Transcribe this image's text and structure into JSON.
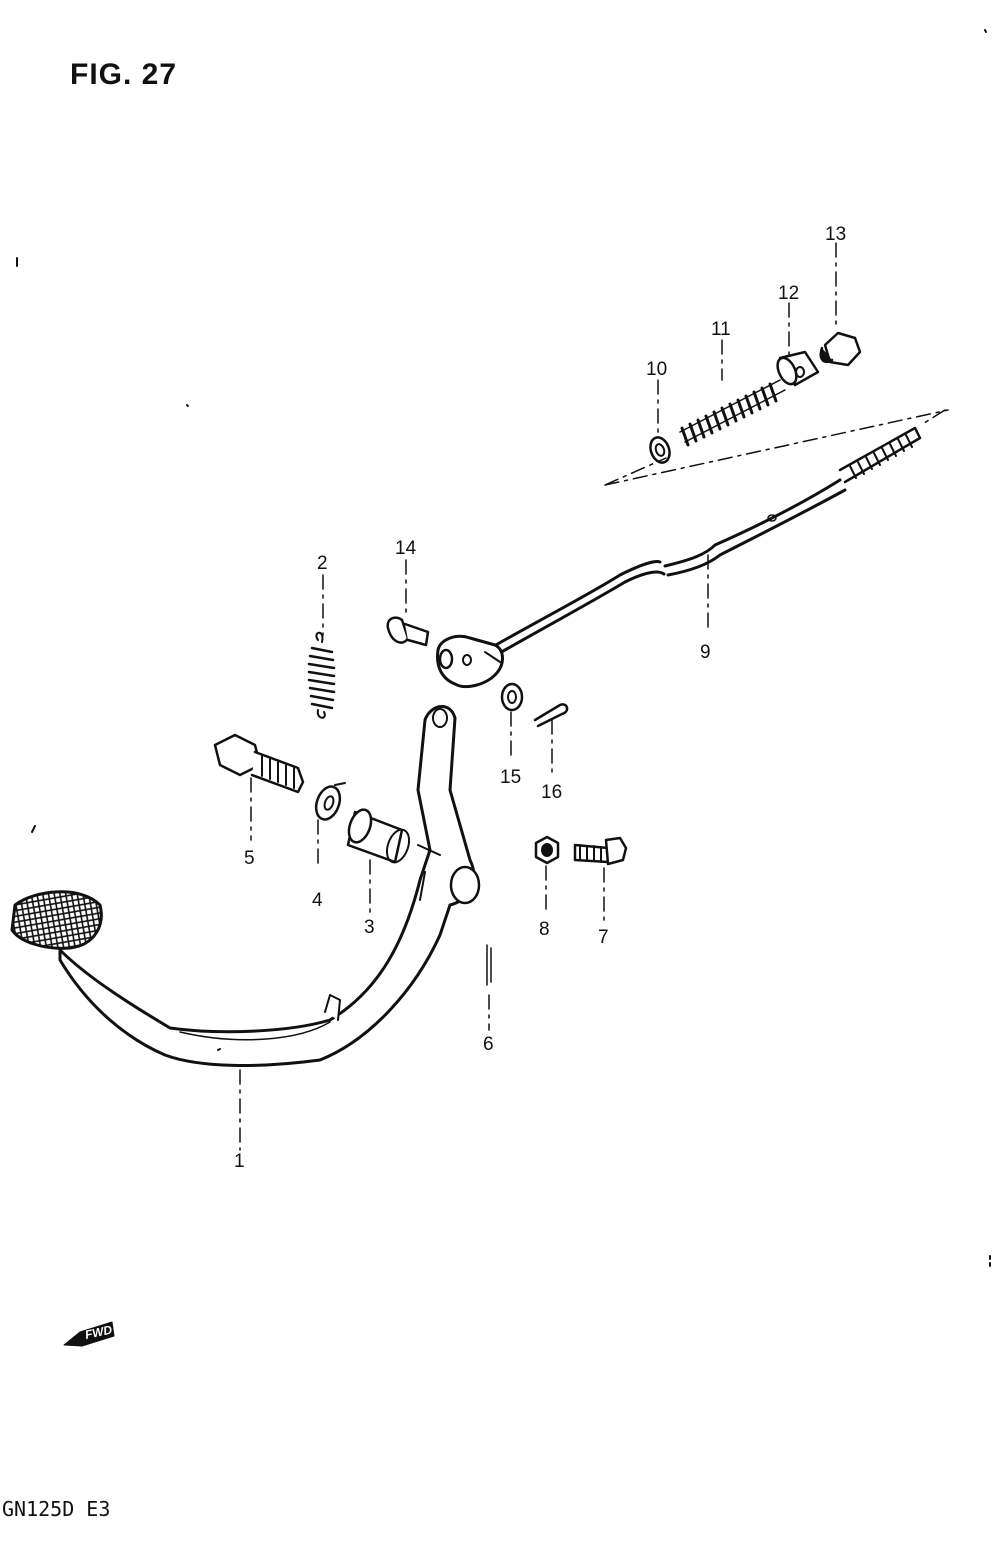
{
  "title": "FIG. 27",
  "model_code": "GN125D  E3",
  "front_arrow_label": "FWD",
  "parts": [
    {
      "id": "part-1",
      "number": "1"
    },
    {
      "id": "part-2",
      "number": "2"
    },
    {
      "id": "part-3",
      "number": "3"
    },
    {
      "id": "part-4",
      "number": "4"
    },
    {
      "id": "part-5",
      "number": "5"
    },
    {
      "id": "part-6",
      "number": "6"
    },
    {
      "id": "part-7",
      "number": "7"
    },
    {
      "id": "part-8",
      "number": "8"
    },
    {
      "id": "part-9",
      "number": "9"
    },
    {
      "id": "part-10",
      "number": "10"
    },
    {
      "id": "part-11",
      "number": "11"
    },
    {
      "id": "part-12",
      "number": "12"
    },
    {
      "id": "part-13",
      "number": "13"
    },
    {
      "id": "part-14",
      "number": "14"
    },
    {
      "id": "part-15",
      "number": "15"
    },
    {
      "id": "part-16",
      "number": "16"
    }
  ]
}
